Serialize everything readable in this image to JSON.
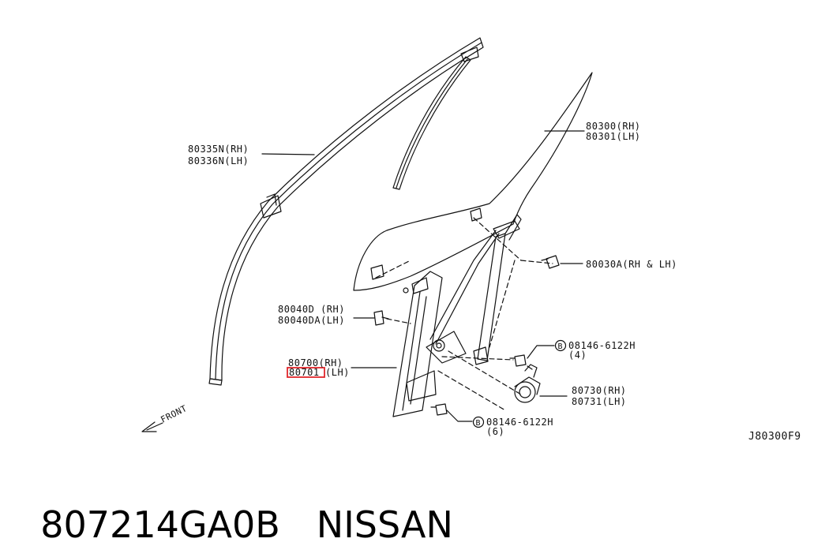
{
  "labels": {
    "moulding_rh": "80335N(RH)",
    "moulding_lh": "80336N(LH)",
    "glass_rh": "80300(RH)",
    "glass_lh": "80301(LH)",
    "bolt_a": "80030A(RH & LH)",
    "clip_rh": "80040D (RH)",
    "clip_lh": "80040DA(LH)",
    "regulator_rh": "80700(RH)",
    "regulator_lh_part": "80701",
    "regulator_lh_side": "(LH)",
    "bolt_b_part": "08146-6122H",
    "bolt_b_qty": "(4)",
    "motor_rh": "80730(RH)",
    "motor_lh": "80731(LH)",
    "bolt_c_part": "08146-6122H",
    "bolt_c_qty": "(6)",
    "b_mark": "B",
    "front": "FRONT",
    "diagram_code": "J80300F9"
  },
  "caption": {
    "part_number": "807214GA0B",
    "brand": "NISSAN"
  },
  "colors": {
    "line": "#111111",
    "highlight": "#e0262b"
  }
}
